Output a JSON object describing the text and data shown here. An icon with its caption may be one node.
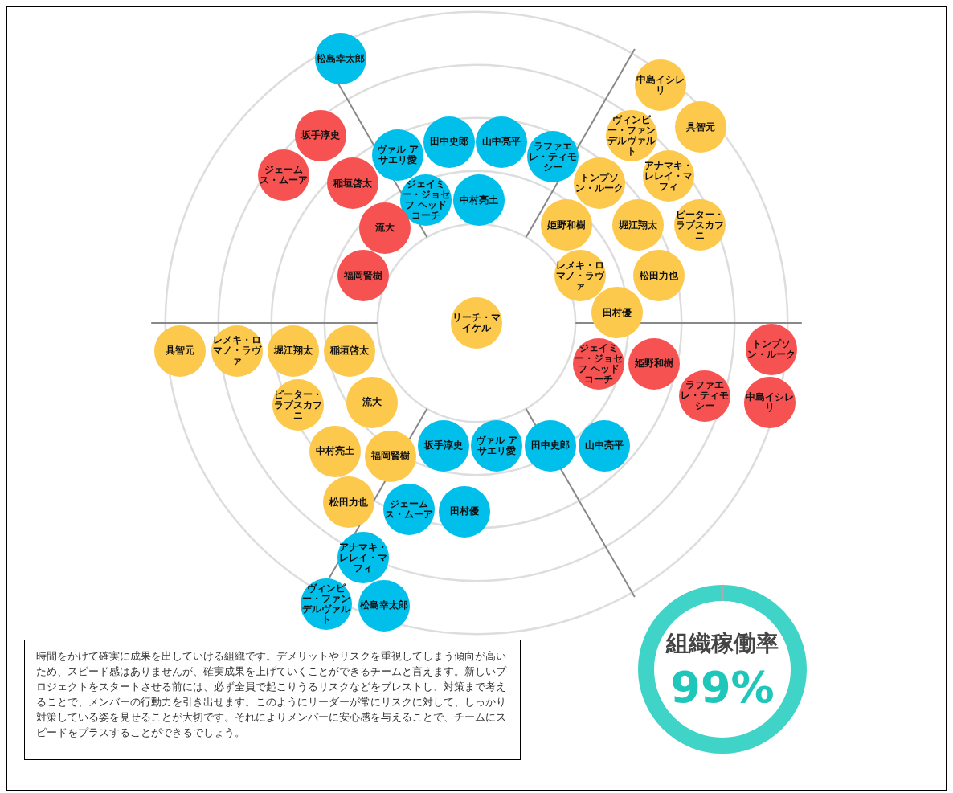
{
  "diagram": {
    "nodes": [
      {
        "text": [
          "松島幸太郎"
        ]
      },
      {
        "text": [
          "ヴァル アサエリ愛"
        ]
      },
      {
        "text": [
          "田中史郎"
        ]
      },
      {
        "text": [
          "山中亮平"
        ]
      },
      {
        "text": [
          "ラファエレ・ティモシー"
        ]
      },
      {
        "text": [
          "ジェイミー・ジョセフ ヘッドコーチ"
        ]
      },
      {
        "text": [
          "中村亮土"
        ]
      },
      {
        "text": [
          "坂手淳史"
        ]
      },
      {
        "text": [
          "ジェームス・ムーア"
        ]
      },
      {
        "text": [
          "稲垣啓太"
        ]
      },
      {
        "text": [
          "流大"
        ]
      },
      {
        "text": [
          "福岡賢樹"
        ]
      },
      {
        "text": [
          "中島イシレリ"
        ]
      },
      {
        "text": [
          "具智元"
        ]
      },
      {
        "text": [
          "ヴィンピー・ファンデルヴァルト"
        ]
      },
      {
        "text": [
          "アナマキ・レレイ・マフィ"
        ]
      },
      {
        "text": [
          "トンプソン・ルーク"
        ]
      },
      {
        "text": [
          "ピーター・ラブスカフニ"
        ]
      },
      {
        "text": [
          "堀江翔太"
        ]
      },
      {
        "text": [
          "姫野和樹"
        ]
      },
      {
        "text": [
          "松田力也"
        ]
      },
      {
        "text": [
          "レメキ・ロマノ・ラヴァ"
        ]
      },
      {
        "text": [
          "田村優"
        ]
      },
      {
        "text": [
          "リーチ・マイケル"
        ]
      },
      {
        "text": [
          "具智元"
        ]
      },
      {
        "text": [
          "レメキ・ロマノ・ラヴァ"
        ]
      },
      {
        "text": [
          "堀江翔太"
        ]
      },
      {
        "text": [
          "稲垣啓太"
        ]
      },
      {
        "text": [
          "ピーター・ラブスカフニ"
        ]
      },
      {
        "text": [
          "流大"
        ]
      },
      {
        "text": [
          "福岡賢樹"
        ]
      },
      {
        "text": [
          "中村亮土"
        ]
      },
      {
        "text": [
          "松田力也"
        ]
      },
      {
        "text": [
          "坂手淳史"
        ]
      },
      {
        "text": [
          "ヴァル アサエリ愛"
        ]
      },
      {
        "text": [
          "田中史郎"
        ]
      },
      {
        "text": [
          "山中亮平"
        ]
      },
      {
        "text": [
          "ジェームス・ムーア"
        ]
      },
      {
        "text": [
          "田村優"
        ]
      },
      {
        "text": [
          "アナマキ・レレイ・マフィ"
        ]
      },
      {
        "text": [
          "ヴィンピー・ファンデルヴァルト"
        ]
      },
      {
        "text": [
          "松島幸太郎"
        ]
      },
      {
        "text": [
          "ジェイミー・ジョセフ ヘッドコーチ"
        ]
      },
      {
        "text": [
          "姫野和樹"
        ]
      },
      {
        "text": [
          "ラファエレ・ティモシー"
        ]
      },
      {
        "text": [
          "トンプソン・ルーク"
        ]
      },
      {
        "text": [
          "中島イシレリ"
        ]
      },
      {
        "text": [
          "時間をかけて確実に成果を出していける組織です。デメリットやリスクを重視してしまう傾向が高いため、スピード感はありませんが、確実成果を上げていくことができるチームと言えます。新しいプロジェクトをスタートさせる前には、必ず全員で起こりうるリスクなどをブレストし、対策まで考えることで、メンバーの行動力を引き出せます。このようにリーダーが常にリスクに対して、しっかり対策している姿を見せることが大切です。それによりメンバーに安心感を与えることで、チームにスピードをプラスすることができるでしょう。"
        ]
      },
      {
        "text": [
          "組織稼働率",
          "99%"
        ]
      }
    ]
  }
}
